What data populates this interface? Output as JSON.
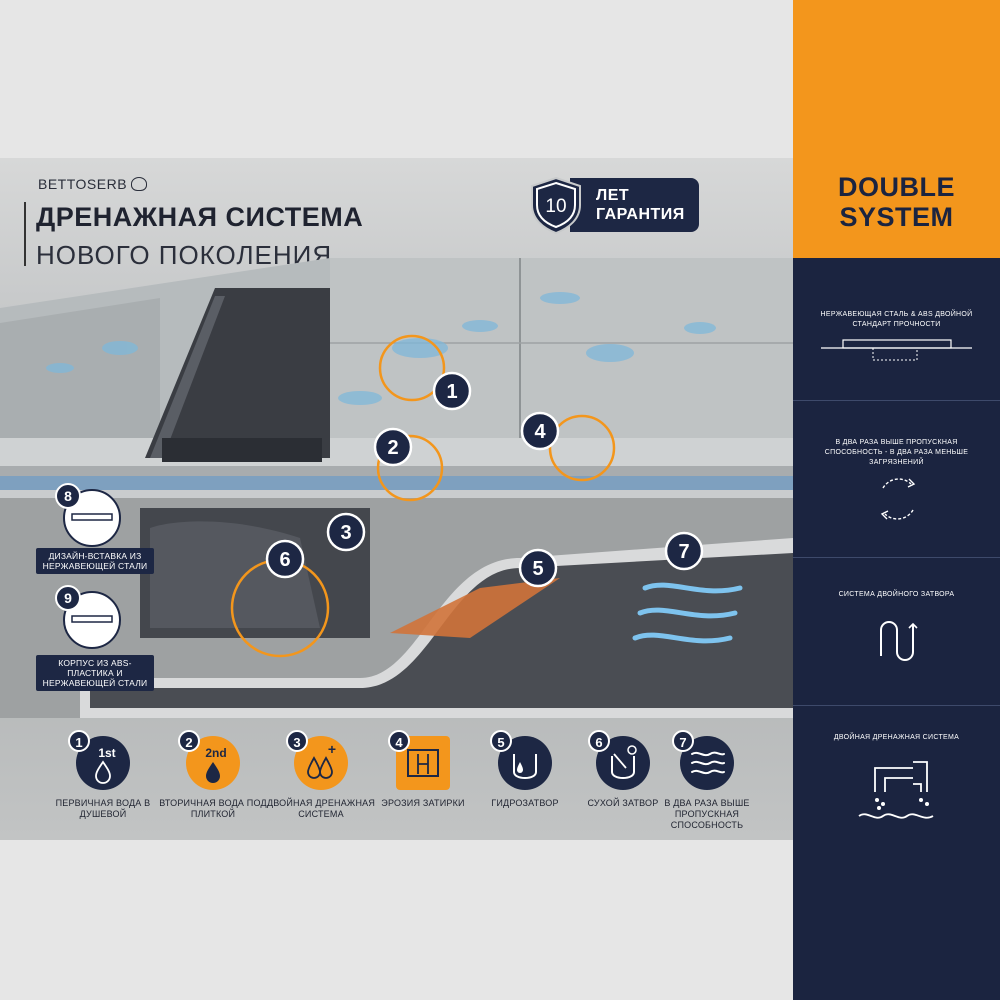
{
  "brand": {
    "name": "BETTOSERB"
  },
  "header": {
    "title_line1": "ДРЕНАЖНАЯ СИСТЕМА",
    "title_line2": "НОВОГО ПОКОЛЕНИЯ"
  },
  "warranty": {
    "years": "10",
    "line1": "ЛЕТ",
    "line2": "ГАРАНТИЯ"
  },
  "diagram": {
    "markers": [
      "1",
      "2",
      "3",
      "4",
      "5",
      "6",
      "7",
      "8",
      "9"
    ],
    "tag8": "ДИЗАЙН-ВСТАВКА ИЗ НЕРЖАВЕЮЩЕЙ СТАЛИ",
    "tag9": "КОРПУС ИЗ ABS-ПЛАСТИКА И НЕРЖАВЕЮЩЕЙ СТАЛИ"
  },
  "legend": [
    {
      "num": "1",
      "icon_text": "1st",
      "icon": "water-drop-icon",
      "label": "ПЕРВИЧНАЯ ВОДА В ДУШЕВОЙ",
      "bg": "#1d2744"
    },
    {
      "num": "2",
      "icon_text": "2nd",
      "icon": "water-drop-icon",
      "label": "ВТОРИЧНАЯ ВОДА ПОД ПЛИТКОЙ",
      "bg": "#f3961c"
    },
    {
      "num": "3",
      "icon_text": "+",
      "icon": "double-drop-icon",
      "label": "ДВОЙНАЯ ДРЕНАЖНАЯ СИСТЕМА",
      "bg": "#f3961c"
    },
    {
      "num": "4",
      "icon_text": "",
      "icon": "grout-erosion-icon",
      "label": "ЭРОЗИЯ ЗАТИРКИ",
      "bg": "#f3961c"
    },
    {
      "num": "5",
      "icon_text": "",
      "icon": "water-trap-icon",
      "label": "ГИДРОЗАТВОР",
      "bg": "#1d2744"
    },
    {
      "num": "6",
      "icon_text": "",
      "icon": "dry-trap-icon",
      "label": "СУХОЙ ЗАТВОР",
      "bg": "#1d2744"
    },
    {
      "num": "7",
      "icon_text": "",
      "icon": "flow-waves-icon",
      "label": "В ДВА РАЗА ВЫШЕ ПРОПУСКНАЯ СПОСОБНОСТЬ",
      "bg": "#1d2744"
    }
  ],
  "sidebar": {
    "title_line1": "DOUBLE",
    "title_line2": "SYSTEM",
    "features": [
      {
        "text": "НЕРЖАВЕЮЩАЯ СТАЛЬ & ABS ДВОЙНОЙ СТАНДАРТ ПРОЧНОСТИ",
        "icon": "drain-profile-icon"
      },
      {
        "text": "В ДВА РАЗА ВЫШЕ ПРОПУСКНАЯ СПОСОБНОСТЬ - В ДВА РАЗА МЕНЬШЕ ЗАГРЯЗНЕНИЙ",
        "icon": "cycle-arrows-icon"
      },
      {
        "text": "СИСТЕМА ДВОЙНОГО ЗАТВОРА",
        "icon": "siphon-icon"
      },
      {
        "text": "ДВОЙНАЯ ДРЕНАЖНАЯ СИСТЕМА",
        "icon": "double-pipe-icon"
      }
    ]
  },
  "colors": {
    "navy": "#1b2440",
    "orange": "#f3961c",
    "water": "#5aa9dc"
  }
}
